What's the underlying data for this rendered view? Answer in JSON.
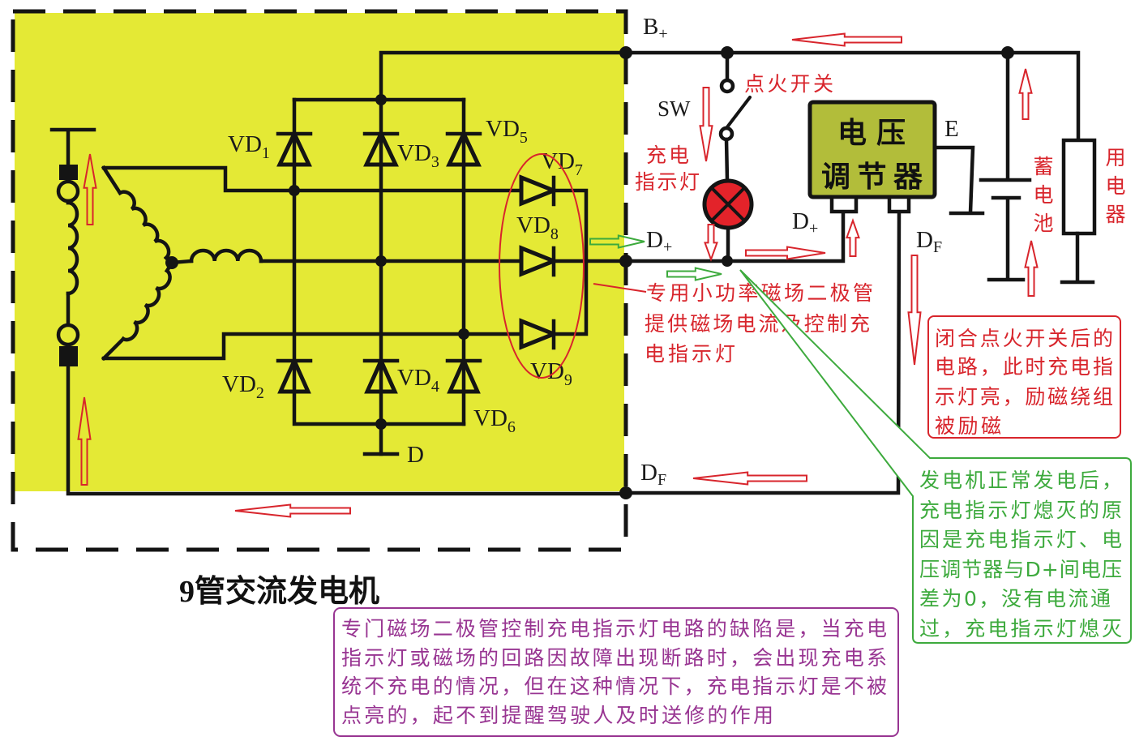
{
  "colors": {
    "generator_fill": "#e4e935",
    "regulator_fill": "#b2bd3a",
    "lamp_fill": "#e3232a",
    "annotation_red": "#d8252c",
    "annotation_green": "#3daa3d",
    "annotation_purple": "#983592",
    "wire": "#141414"
  },
  "title": "9管交流发电机",
  "generator": {
    "diodes": [
      {
        "main": "VD",
        "sub": "1"
      },
      {
        "main": "VD",
        "sub": "2"
      },
      {
        "main": "VD",
        "sub": "3"
      },
      {
        "main": "VD",
        "sub": "4"
      },
      {
        "main": "VD",
        "sub": "5"
      },
      {
        "main": "VD",
        "sub": "6"
      },
      {
        "main": "VD",
        "sub": "7"
      },
      {
        "main": "VD",
        "sub": "8"
      },
      {
        "main": "VD",
        "sub": "9"
      }
    ],
    "ground_label": "D"
  },
  "terminals": {
    "b_plus": {
      "main": "B",
      "sub": "+"
    },
    "d_plus": {
      "main": "D",
      "sub": "+"
    },
    "d_f": {
      "main": "D",
      "sub": "F"
    }
  },
  "ignition_switch": {
    "symbol": "SW",
    "label": "点火开关"
  },
  "charge_lamp": {
    "label_lines": [
      "充电",
      "指示灯"
    ]
  },
  "regulator": {
    "label_lines": [
      "电压",
      "调节器"
    ],
    "d_plus": {
      "main": "D",
      "sub": "+"
    },
    "d_f": {
      "main": "D",
      "sub": "F"
    },
    "ground": "E"
  },
  "battery": {
    "label_chars": [
      "蓄",
      "电",
      "池"
    ]
  },
  "load": {
    "label_chars": [
      "用",
      "电",
      "器"
    ]
  },
  "annotations": {
    "field_diodes": [
      "专用小功率磁场二极管",
      "提供磁场电流及控制充",
      "电指示灯"
    ],
    "ignition_closed": [
      "闭合点火开关后的",
      "电路，此时充电指",
      "示灯亮，励磁绕组",
      "被励磁"
    ],
    "lamp_off": [
      "发电机正常发电后，",
      "充电指示灯熄灭的原",
      "因是充电指示灯、电",
      "压调节器与D+间电压",
      "差为0，没有电流通",
      "过，充电指示灯熄灭"
    ],
    "defect": [
      "专门磁场二极管控制充电指示灯电路的缺陷是，当充电",
      "指示灯或磁场的回路因故障出现断路时，会出现充电系",
      "统不充电的情况，但在这种情况下，充电指示灯是不被",
      "点亮的，起不到提醒驾驶人及时送修的作用"
    ]
  }
}
